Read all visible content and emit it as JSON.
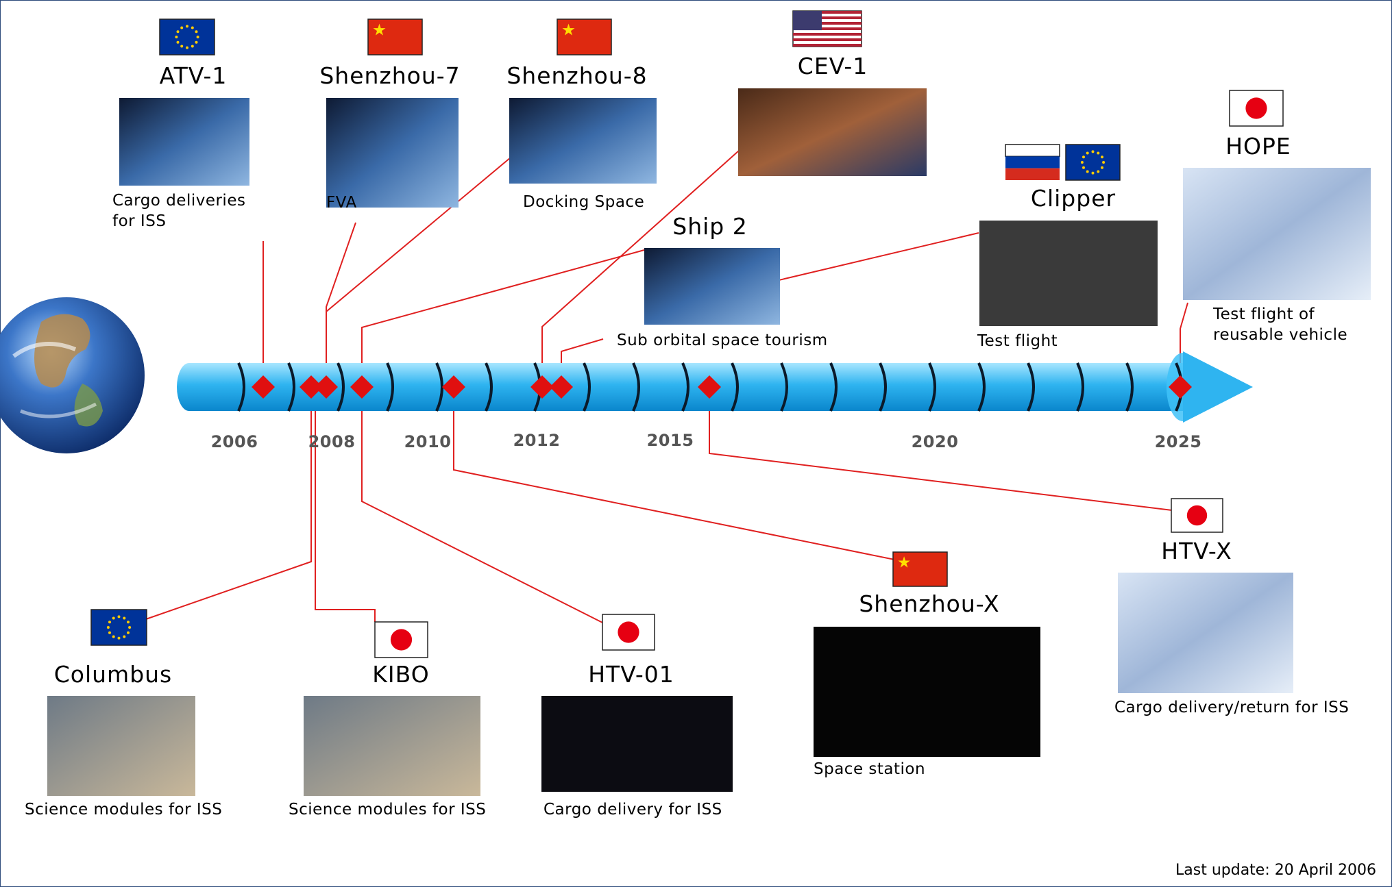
{
  "years": [
    "2006",
    "2008",
    "2010",
    "2012",
    "2015",
    "2020",
    "2025"
  ],
  "missions": {
    "atv1": {
      "title": "ATV-1",
      "caption": "Cargo deliveries\nfor ISS",
      "flags": [
        "eu"
      ]
    },
    "shenzhou7": {
      "title": "Shenzhou-7",
      "caption": "FVA",
      "flags": [
        "cn"
      ]
    },
    "shenzhou8": {
      "title": "Shenzhou-8",
      "caption": "Docking Space",
      "flags": [
        "cn"
      ]
    },
    "cev1": {
      "title": "CEV-1",
      "caption": "",
      "flags": [
        "us"
      ]
    },
    "ship2": {
      "title": "Ship 2",
      "caption": "Sub orbital space tourism",
      "flags": []
    },
    "clipper": {
      "title": "Clipper",
      "caption": "Test flight",
      "flags": [
        "ru",
        "eu"
      ]
    },
    "hope": {
      "title": "HOPE",
      "caption": "Test flight of\nreusable vehicle",
      "flags": [
        "jp"
      ]
    },
    "columbus": {
      "title": "Columbus",
      "caption": "Science modules for ISS",
      "flags": [
        "eu"
      ]
    },
    "kibo": {
      "title": "KIBO",
      "caption": "Science modules for ISS",
      "flags": [
        "jp"
      ]
    },
    "htv01": {
      "title": "HTV-01",
      "caption": "Cargo delivery for ISS",
      "flags": [
        "jp"
      ]
    },
    "shenzhoux": {
      "title": "Shenzhou-X",
      "caption": "Space station",
      "flags": [
        "cn"
      ]
    },
    "htvx": {
      "title": "HTV-X",
      "caption": "Cargo delivery/return for ISS",
      "flags": [
        "jp"
      ]
    }
  },
  "footer": {
    "last_update": "Last update: 20 April 2006"
  },
  "colors": {
    "timeline": "#2fb4f0",
    "marker": "#e01010",
    "connector": "#e02020",
    "flag_eu": "#003399",
    "flag_cn": "#de2910",
    "flag_jp": "#e60012"
  }
}
